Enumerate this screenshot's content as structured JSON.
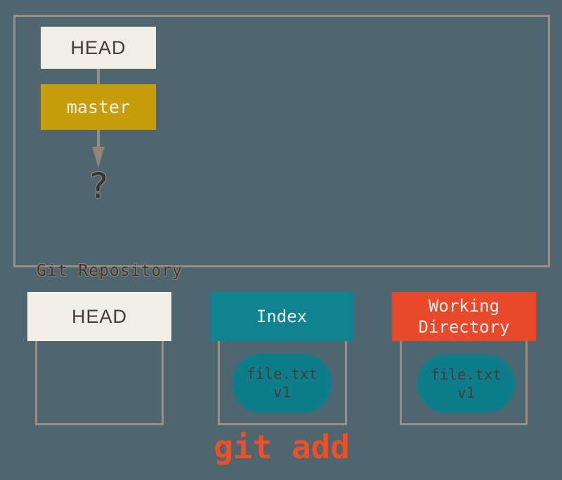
{
  "diagram": {
    "title": "Git Repository",
    "repository": {
      "head_label": "HEAD",
      "branch_label": "master",
      "pending_commit_label": "?"
    },
    "columns": [
      {
        "label": "HEAD",
        "files": []
      },
      {
        "label": "Index",
        "files": [
          {
            "name": "file.txt",
            "version": "v1"
          }
        ]
      },
      {
        "label": "Working Directory",
        "files": [
          {
            "name": "file.txt",
            "version": "v1"
          }
        ]
      }
    ],
    "command": "git add"
  },
  "colors": {
    "background": "#4D6670",
    "border": "#9A8E82",
    "head_fill": "#F0EEE5",
    "head_text": "#423C34",
    "branch_fill": "#C69E0A",
    "index_fill": "#108390",
    "working_fill": "#E9482B",
    "file_fill": "#0E7D8A",
    "file_text": "#423E3C",
    "command_color": "#F04E23",
    "arrow": "#8F8477"
  }
}
